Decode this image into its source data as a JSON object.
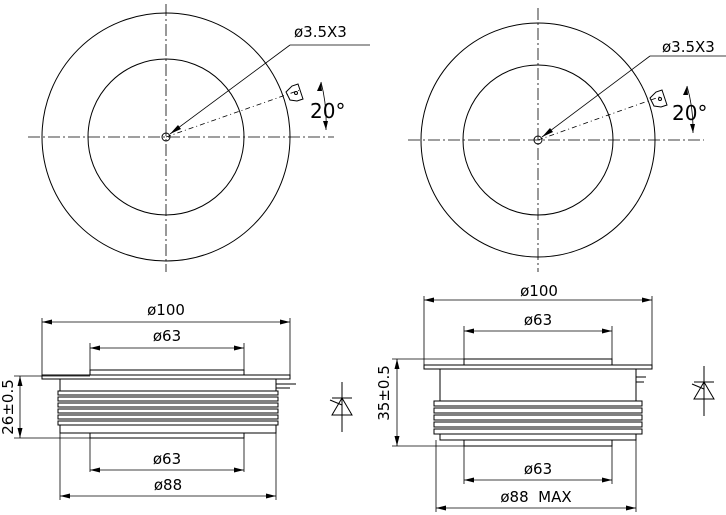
{
  "views": {
    "left": {
      "top_view": {
        "hole_label": "ø3.5X3",
        "angle_label": "20°"
      },
      "side_view": {
        "outer_dia": "ø100",
        "electrode_top_dia": "ø63",
        "electrode_bottom_dia": "ø63",
        "housing_dia": "ø88",
        "height": "26±0.5"
      }
    },
    "right": {
      "top_view": {
        "hole_label": "ø3.5X3",
        "angle_label": "20°"
      },
      "side_view": {
        "outer_dia": "ø100",
        "electrode_top_dia": "ø63",
        "electrode_bottom_dia": "ø63",
        "housing_dia": "ø88  MAX",
        "height": "35±0.5"
      }
    }
  }
}
